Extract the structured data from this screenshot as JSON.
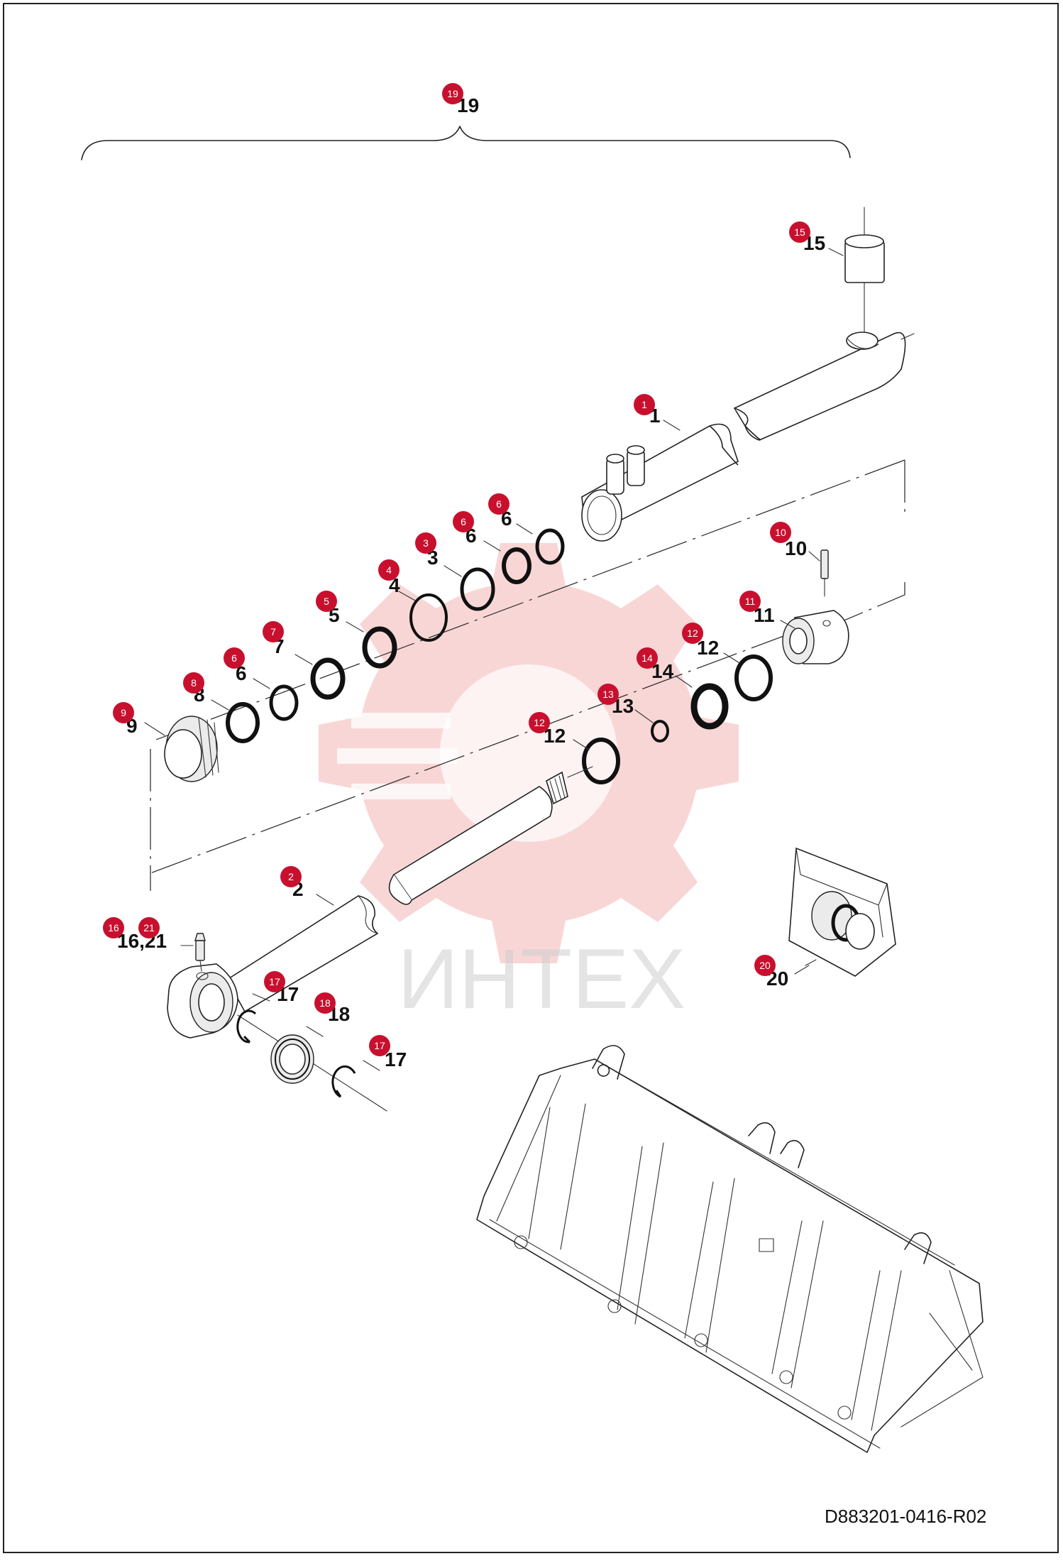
{
  "diagram": {
    "drawing_code": "D883201-0416-R02",
    "watermark_text": "ИНТЕХ",
    "colors": {
      "badge": "#c8102e",
      "badge_text": "#ffffff",
      "line": "#222222",
      "watermark_gear": "#f1a3a3"
    },
    "part_labels": [
      {
        "id": "19",
        "text": "19"
      },
      {
        "id": "15",
        "text": "15"
      },
      {
        "id": "1",
        "text": "1"
      },
      {
        "id": "6a",
        "text": "6"
      },
      {
        "id": "6b",
        "text": "6"
      },
      {
        "id": "3",
        "text": "3"
      },
      {
        "id": "4",
        "text": "4"
      },
      {
        "id": "5",
        "text": "5"
      },
      {
        "id": "7",
        "text": "7"
      },
      {
        "id": "6c",
        "text": "6"
      },
      {
        "id": "8",
        "text": "8"
      },
      {
        "id": "9",
        "text": "9"
      },
      {
        "id": "10",
        "text": "10"
      },
      {
        "id": "11",
        "text": "11"
      },
      {
        "id": "12a",
        "text": "12"
      },
      {
        "id": "14",
        "text": "14"
      },
      {
        "id": "13",
        "text": "13"
      },
      {
        "id": "12b",
        "text": "12"
      },
      {
        "id": "2",
        "text": "2"
      },
      {
        "id": "16-21",
        "text": "16,21"
      },
      {
        "id": "17a",
        "text": "17"
      },
      {
        "id": "18",
        "text": "18"
      },
      {
        "id": "17b",
        "text": "17"
      },
      {
        "id": "20",
        "text": "20"
      }
    ],
    "callouts": [
      {
        "id": "19",
        "text": "19"
      },
      {
        "id": "15",
        "text": "15"
      },
      {
        "id": "1",
        "text": "1"
      },
      {
        "id": "6a",
        "text": "6"
      },
      {
        "id": "6b",
        "text": "6"
      },
      {
        "id": "3",
        "text": "3"
      },
      {
        "id": "4",
        "text": "4"
      },
      {
        "id": "5",
        "text": "5"
      },
      {
        "id": "7",
        "text": "7"
      },
      {
        "id": "6c",
        "text": "6"
      },
      {
        "id": "8",
        "text": "8"
      },
      {
        "id": "9",
        "text": "9"
      },
      {
        "id": "10",
        "text": "10"
      },
      {
        "id": "11",
        "text": "11"
      },
      {
        "id": "12a",
        "text": "12"
      },
      {
        "id": "14",
        "text": "14"
      },
      {
        "id": "13",
        "text": "13"
      },
      {
        "id": "12b",
        "text": "12"
      },
      {
        "id": "2",
        "text": "2"
      },
      {
        "id": "16",
        "text": "16"
      },
      {
        "id": "21",
        "text": "21"
      },
      {
        "id": "17a",
        "text": "17"
      },
      {
        "id": "18",
        "text": "18"
      },
      {
        "id": "17b",
        "text": "17"
      },
      {
        "id": "20",
        "text": "20"
      }
    ]
  }
}
